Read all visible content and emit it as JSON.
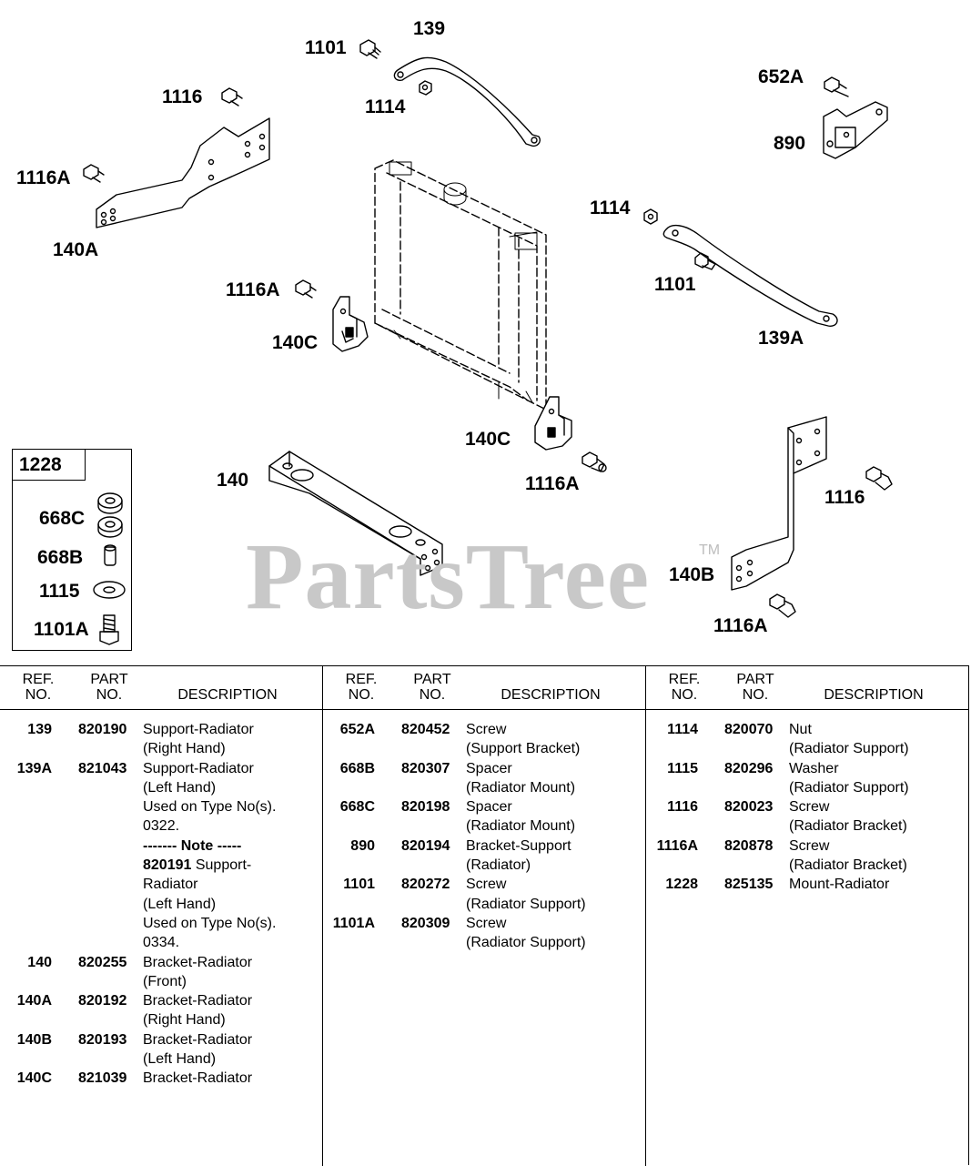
{
  "callouts": {
    "c139": "139",
    "c1101a": "1101",
    "c1114a": "1114",
    "c1116a": "1116",
    "c1116A_1": "1116A",
    "c140A": "140A",
    "c652A": "652A",
    "c890": "890",
    "c1114b": "1114",
    "c1101b": "1101",
    "c139A": "139A",
    "c1116A_2": "1116A",
    "c140C_1": "140C",
    "c140C_2": "140C",
    "c1116A_3": "1116A",
    "c140": "140",
    "c1116b": "1116",
    "c140B": "140B",
    "c1116A_4": "1116A"
  },
  "kit": {
    "number": "1228",
    "items": [
      "668C",
      "668B",
      "1115",
      "1101A"
    ]
  },
  "watermark": {
    "text": "PartsTree",
    "tm": "TM"
  },
  "table": {
    "headers": {
      "ref": "REF.\nNO.",
      "part": "PART\nNO.",
      "desc": "DESCRIPTION"
    },
    "columns": [
      [
        {
          "ref": "139",
          "part": "820190",
          "desc": "Support-Radiator"
        },
        {
          "ref": "",
          "part": "",
          "desc": "(Right Hand)"
        },
        {
          "ref": "139A",
          "part": "821043",
          "desc": "Support-Radiator"
        },
        {
          "ref": "",
          "part": "",
          "desc": "(Left Hand)"
        },
        {
          "ref": "",
          "part": "",
          "desc": "Used on Type No(s)."
        },
        {
          "ref": "",
          "part": "",
          "desc": "0322."
        },
        {
          "ref": "",
          "part": "",
          "desc": "------- Note -----",
          "bold": true
        },
        {
          "ref": "",
          "part": "",
          "desc": "Support-",
          "lead": "820191"
        },
        {
          "ref": "",
          "part": "",
          "desc": "Radiator"
        },
        {
          "ref": "",
          "part": "",
          "desc": "(Left Hand)"
        },
        {
          "ref": "",
          "part": "",
          "desc": "Used on Type No(s)."
        },
        {
          "ref": "",
          "part": "",
          "desc": "0334."
        },
        {
          "ref": "140",
          "part": "820255",
          "desc": "Bracket-Radiator"
        },
        {
          "ref": "",
          "part": "",
          "desc": "(Front)"
        },
        {
          "ref": "140A",
          "part": "820192",
          "desc": "Bracket-Radiator"
        },
        {
          "ref": "",
          "part": "",
          "desc": "(Right Hand)"
        },
        {
          "ref": "140B",
          "part": "820193",
          "desc": "Bracket-Radiator"
        },
        {
          "ref": "",
          "part": "",
          "desc": "(Left Hand)"
        },
        {
          "ref": "140C",
          "part": "821039",
          "desc": "Bracket-Radiator"
        }
      ],
      [
        {
          "ref": "652A",
          "part": "820452",
          "desc": "Screw"
        },
        {
          "ref": "",
          "part": "",
          "desc": "(Support Bracket)"
        },
        {
          "ref": "668B",
          "part": "820307",
          "desc": "Spacer"
        },
        {
          "ref": "",
          "part": "",
          "desc": "(Radiator Mount)"
        },
        {
          "ref": "668C",
          "part": "820198",
          "desc": "Spacer"
        },
        {
          "ref": "",
          "part": "",
          "desc": "(Radiator Mount)"
        },
        {
          "ref": "890",
          "part": "820194",
          "desc": "Bracket-Support"
        },
        {
          "ref": "",
          "part": "",
          "desc": "(Radiator)"
        },
        {
          "ref": "1101",
          "part": "820272",
          "desc": "Screw"
        },
        {
          "ref": "",
          "part": "",
          "desc": "(Radiator Support)"
        },
        {
          "ref": "1101A",
          "part": "820309",
          "desc": "Screw"
        },
        {
          "ref": "",
          "part": "",
          "desc": "(Radiator Support)"
        }
      ],
      [
        {
          "ref": "1114",
          "part": "820070",
          "desc": "Nut"
        },
        {
          "ref": "",
          "part": "",
          "desc": "(Radiator Support)"
        },
        {
          "ref": "1115",
          "part": "820296",
          "desc": "Washer"
        },
        {
          "ref": "",
          "part": "",
          "desc": "(Radiator Support)"
        },
        {
          "ref": "1116",
          "part": "820023",
          "desc": "Screw"
        },
        {
          "ref": "",
          "part": "",
          "desc": "(Radiator Bracket)"
        },
        {
          "ref": "1116A",
          "part": "820878",
          "desc": "Screw"
        },
        {
          "ref": "",
          "part": "",
          "desc": "(Radiator Bracket)"
        },
        {
          "ref": "1228",
          "part": "825135",
          "desc": "Mount-Radiator"
        }
      ]
    ]
  }
}
